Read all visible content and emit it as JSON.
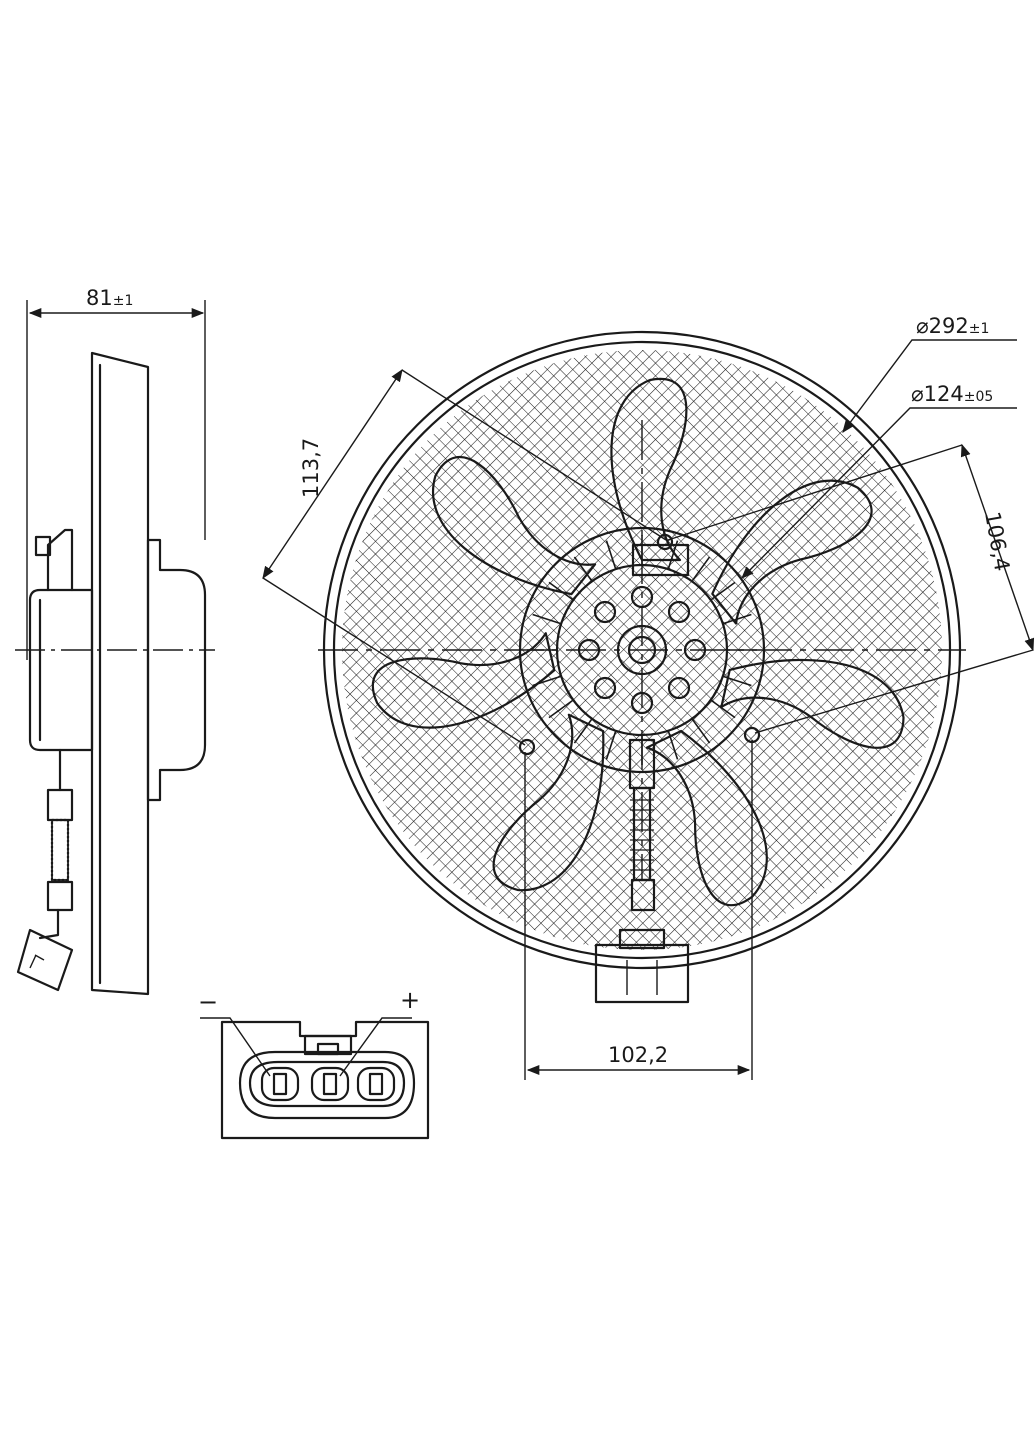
{
  "drawing": {
    "dimensions": {
      "depth": {
        "value": "81",
        "tolerance": "±1"
      },
      "outer_diameter": {
        "symbol": "⌀",
        "value": "292",
        "tolerance": "±1"
      },
      "hub_diameter": {
        "symbol": "⌀",
        "value": "124",
        "tolerance": "±05"
      },
      "mount_left": "113,7",
      "mount_right": "106,4",
      "mount_bottom": "102,2"
    },
    "connector": {
      "negative": "−",
      "positive": "+"
    }
  }
}
